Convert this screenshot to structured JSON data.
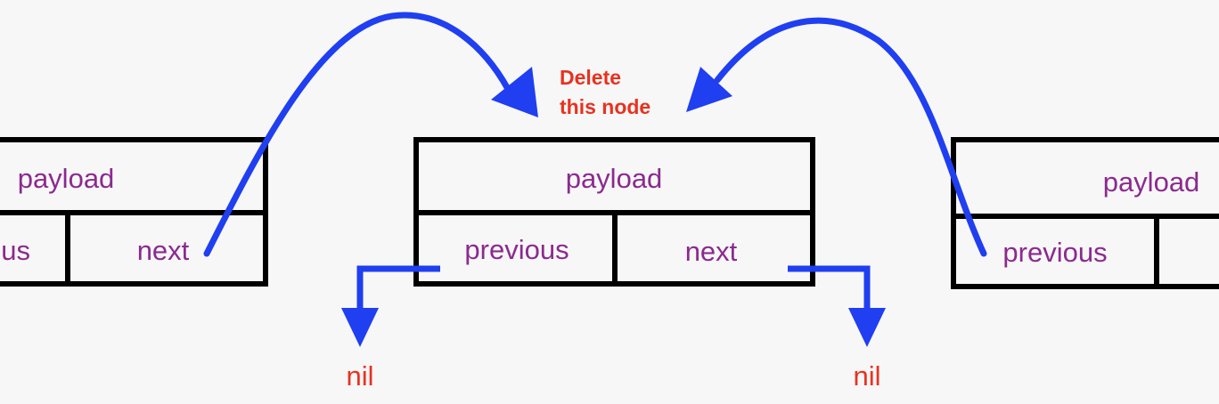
{
  "colors": {
    "background": "#f7f7f7",
    "field_text": "#8b2a8f",
    "accent_red": "#e8321f",
    "arrow_blue": "#1f3ff0",
    "box_stroke": "#000000"
  },
  "annotation": {
    "line1": "Delete",
    "line2": "this node"
  },
  "nodes": {
    "left": {
      "payload": "payload",
      "previous": "previous",
      "next": "next"
    },
    "middle": {
      "payload": "payload",
      "previous": "previous",
      "next": "next"
    },
    "right": {
      "payload": "payload",
      "previous": "previous"
    }
  },
  "nil_labels": {
    "left": "nil",
    "right": "nil"
  }
}
